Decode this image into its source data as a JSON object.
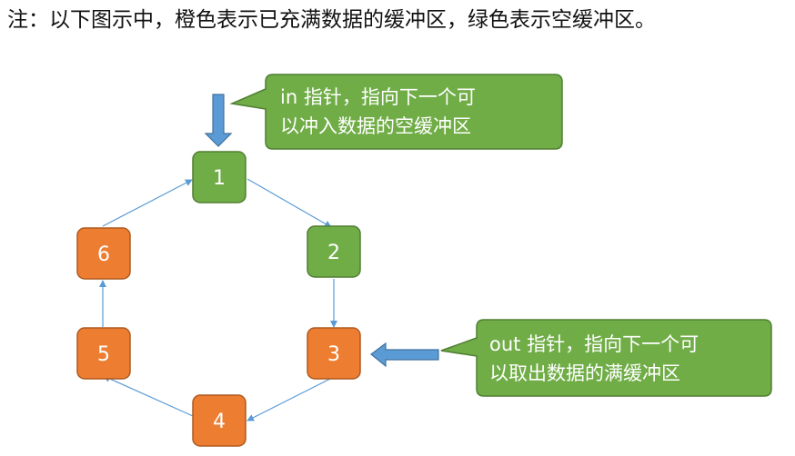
{
  "note": "注：以下图示中，橙色表示已充满数据的缓冲区，绿色表示空缓冲区。",
  "colors": {
    "full": "#ED7D31",
    "empty": "#70AD47",
    "full_border": "#AE5A21",
    "empty_border": "#507E32",
    "pointer_arrow": "#5B9BD5",
    "pointer_arrow_border": "#41719C",
    "ring_line": "#5B9BD5"
  },
  "buffers": [
    {
      "label": "1",
      "state": "empty"
    },
    {
      "label": "2",
      "state": "empty"
    },
    {
      "label": "3",
      "state": "full"
    },
    {
      "label": "4",
      "state": "full"
    },
    {
      "label": "5",
      "state": "full"
    },
    {
      "label": "6",
      "state": "full"
    }
  ],
  "callouts": {
    "in": {
      "lines": [
        "in 指针，指向下一个可",
        "以冲入数据的空缓冲区"
      ],
      "target": "1"
    },
    "out": {
      "lines": [
        "out 指针，指向下一个可",
        "以取出数据的满缓冲区"
      ],
      "target": "3"
    }
  }
}
